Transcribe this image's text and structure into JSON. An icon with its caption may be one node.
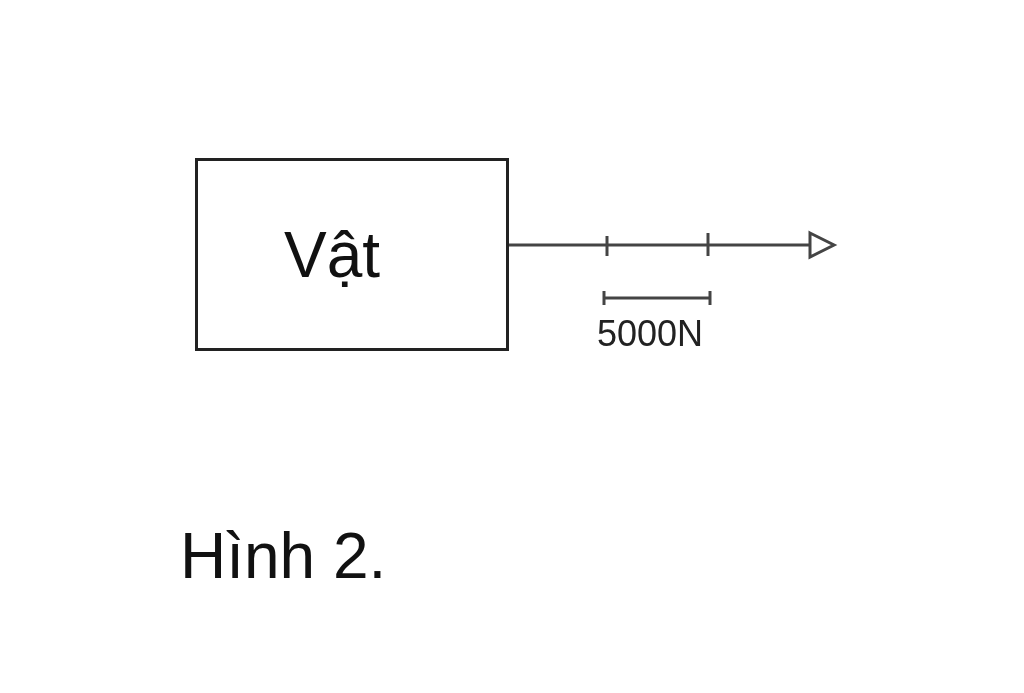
{
  "diagram": {
    "caption": "Hình 2.",
    "nodes": [
      {
        "text": [
          "Vật"
        ]
      }
    ],
    "labels": [
      "5000N"
    ]
  }
}
